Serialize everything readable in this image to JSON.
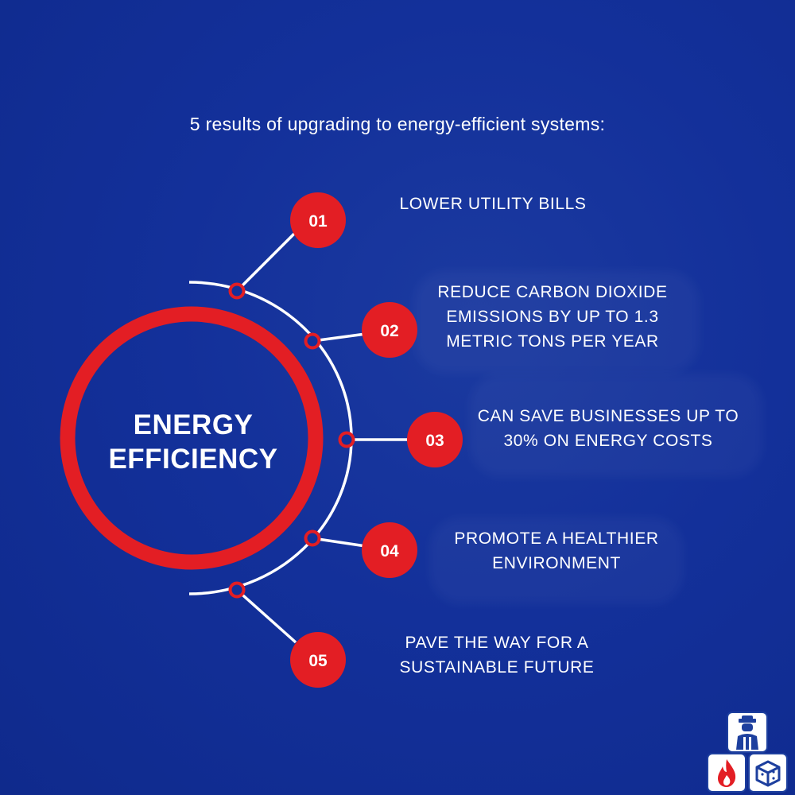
{
  "headline": "5 results of upgrading to energy-efficient systems:",
  "center": {
    "line1": "ENERGY",
    "line2": "EFFICIENCY"
  },
  "items": [
    {
      "number": "01",
      "lines": [
        "LOWER UTILITY BILLS"
      ]
    },
    {
      "number": "02",
      "lines": [
        "REDUCE CARBON DIOXIDE",
        "EMISSIONS BY UP TO 1.3",
        "METRIC TONS PER YEAR"
      ]
    },
    {
      "number": "03",
      "lines": [
        "CAN SAVE BUSINESSES UP TO",
        "30% ON ENERGY COSTS"
      ]
    },
    {
      "number": "04",
      "lines": [
        "PROMOTE A HEALTHIER",
        "ENVIRONMENT"
      ]
    },
    {
      "number": "05",
      "lines": [
        "PAVE THE WAY FOR A",
        "SUSTAINABLE FUTURE"
      ]
    }
  ],
  "colors": {
    "accent": "#e31e24",
    "background": "#13309a",
    "line": "#ffffff"
  },
  "logo": {
    "icons": [
      "worker-icon",
      "flame-icon",
      "box-icon"
    ]
  }
}
